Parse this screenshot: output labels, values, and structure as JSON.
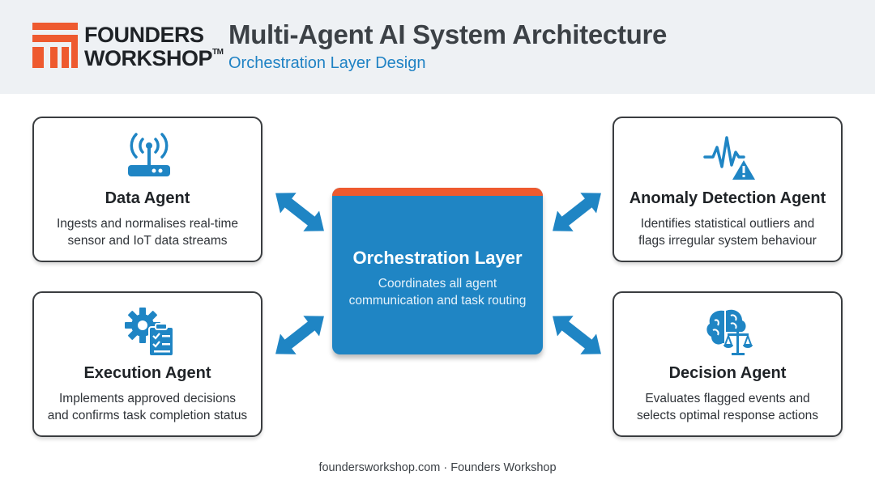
{
  "header": {
    "logo_line1": "FOUNDERS",
    "logo_line2": "WORKSHOP",
    "logo_tm": "TM",
    "title": "Multi-Agent AI System Architecture",
    "subtitle": "Orchestration Layer Design"
  },
  "colors": {
    "accent_orange": "#ee5a2f",
    "brand_blue": "#1f85c4",
    "text_dark": "#1f2327"
  },
  "orchestration": {
    "name": "Orchestration Layer",
    "desc_line1": "Coordinates all agent",
    "desc_line2": "communication and task routing"
  },
  "agents": [
    {
      "icon": "wifi-router-icon",
      "name": "Data Agent",
      "desc_line1": "Ingests and normalises real-time",
      "desc_line2": "sensor and IoT data streams"
    },
    {
      "icon": "pulse-warning-icon",
      "name": "Anomaly Detection Agent",
      "desc_line1": "Identifies statistical outliers and",
      "desc_line2": "flags irregular system behaviour"
    },
    {
      "icon": "gear-clipboard-icon",
      "name": "Execution Agent",
      "desc_line1": "Implements approved decisions",
      "desc_line2": "and confirms task completion status"
    },
    {
      "icon": "brain-scale-icon",
      "name": "Decision Agent",
      "desc_line1": "Evaluates flagged events and",
      "desc_line2": "selects optimal response actions"
    }
  ],
  "footer": "foundersworkshop.com · Founders Workshop"
}
